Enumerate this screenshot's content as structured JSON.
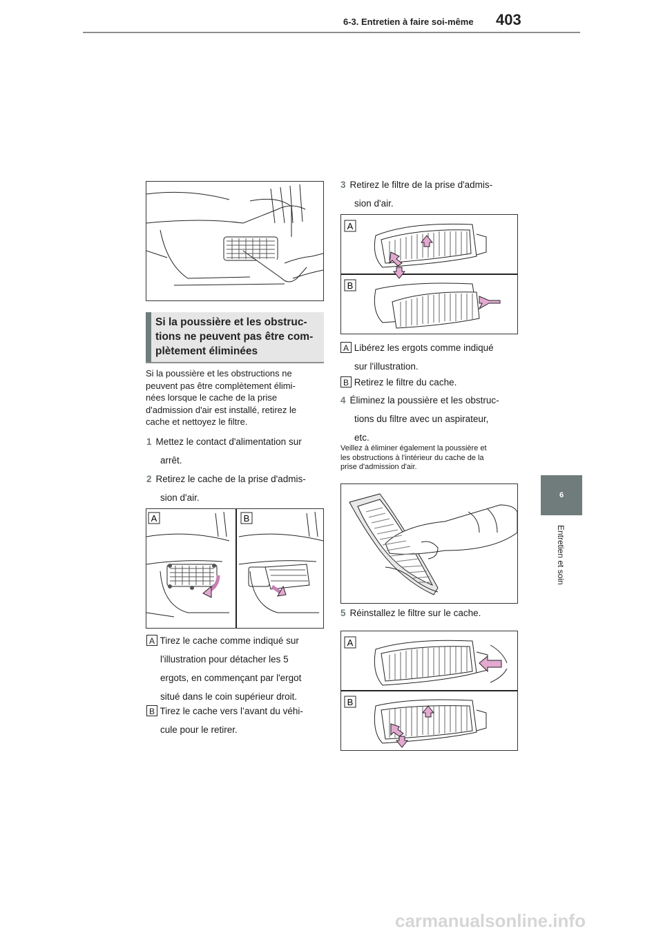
{
  "header": {
    "section": "6-3. Entretien à faire soi-même",
    "page_number": "403"
  },
  "side_tab": {
    "chapter": "6",
    "label": "Entretien et soin"
  },
  "note_box": {
    "title_lines": [
      "Si la poussière et les obstruc-",
      "tions ne peuvent pas être com-",
      "plètement éliminées"
    ]
  },
  "intro_lines": [
    "Si la poussière et les obstructions ne",
    "peuvent pas être complètement élimi-",
    "nées lorsque le cache de la prise",
    "d'admission d'air est installé, retirez le",
    "cache et nettoyez le filtre."
  ],
  "steps": {
    "s1": {
      "num": "1",
      "lines": [
        "Mettez le contact d'alimentation sur",
        "arrêt."
      ]
    },
    "s2": {
      "num": "2",
      "lines": [
        "Retirez le cache de la prise d'admis-",
        "sion d'air."
      ]
    },
    "s3": {
      "num": "3",
      "lines": [
        "Retirez le filtre de la prise d'admis-",
        "sion d'air."
      ]
    },
    "s4": {
      "num": "4",
      "lines": [
        "Éliminez la poussière et les obstruc-",
        "tions du filtre avec un aspirateur,",
        "etc."
      ]
    },
    "s5": {
      "num": "5",
      "lines": [
        "Réinstallez le filtre sur le cache."
      ]
    }
  },
  "sub_steps_2": {
    "a": {
      "badge": "A",
      "lines": [
        "Tirez le cache comme indiqué sur",
        "l'illustration pour détacher les 5",
        "ergots, en commençant par l'ergot",
        "situé dans le coin supérieur droit."
      ]
    },
    "b": {
      "badge": "B",
      "lines": [
        "Tirez le cache vers l’avant du véhi-",
        "cule pour le retirer."
      ]
    }
  },
  "sub_steps_3": {
    "a": {
      "badge": "A",
      "lines": [
        "Libérez les ergots comme indiqué",
        "sur l'illustration."
      ]
    },
    "b": {
      "badge": "B",
      "lines": [
        "Retirez le filtre du cache."
      ]
    }
  },
  "caption_lines": [
    "Veillez à éliminer également la poussière et",
    "les obstructions à l'intérieur du cache de la",
    "prise d'admission d'air."
  ],
  "figure_labels": {
    "fig2_a": "A",
    "fig2_b": "B",
    "fig3_a": "A",
    "fig3_b": "B",
    "fig5_a": "A",
    "fig5_b": "B"
  },
  "watermark": "carmanualsonline.info",
  "colors": {
    "accent": "#6f7c7b",
    "arrow": "#d9a0c8",
    "rule": "#8d8d8d"
  }
}
